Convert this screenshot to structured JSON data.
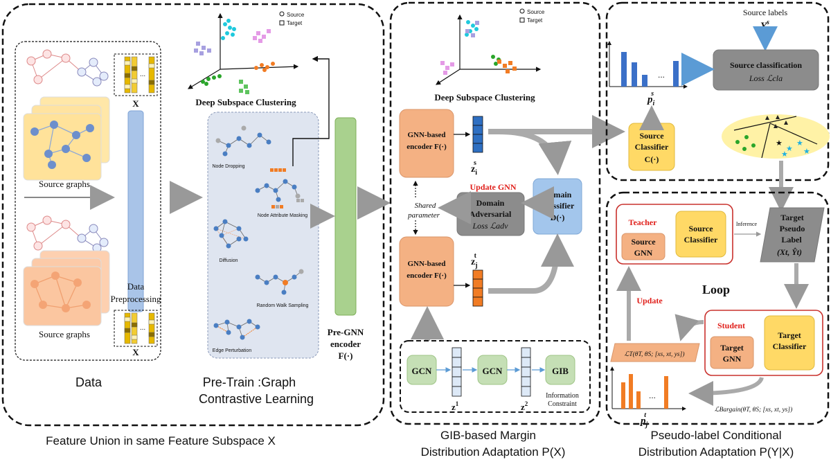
{
  "sections": {
    "feature_union": "Feature Union in same Feature Subspace X",
    "data": "Data",
    "pretrain_1": "Pre-Train :Graph",
    "pretrain_2": "Contrastive Learning",
    "gib_1": "GIB-based Margin",
    "gib_2": "Distribution Adaptation P(X)",
    "pseudo_1": "Pseudo-label Conditional",
    "pseudo_2": "Distribution Adaptation P(Y|X)"
  },
  "data_panel": {
    "source_graphs_top": "Source graphs",
    "source_graphs_bottom": "Source graphs",
    "x_top": "X",
    "x_bottom": "X",
    "dots": "...",
    "preprocess_1": "Data",
    "preprocess_2": "Preprocessing"
  },
  "pretrain": {
    "clustering": "Deep Subspace Clustering",
    "legend_source": "Source",
    "legend_target": "Target",
    "node_dropping": "Node Dropping",
    "attr_masking": "Node Attribute Masking",
    "diffusion": "Diffusion",
    "random_walk": "Random Walk Sampling",
    "edge_perturbation": "Edge Perturbation",
    "encoder_1": "Pre-GNN",
    "encoder_2": "encoder",
    "encoder_3": "F(·)"
  },
  "gib": {
    "clustering": "Deep Subspace Clustering",
    "legend_source": "Source",
    "legend_target": "Target",
    "encoder_top_1": "GNN-based",
    "encoder_top_2": "encoder F(·)",
    "encoder_bottom_1": "GNN-based",
    "encoder_bottom_2": "encoder F(·)",
    "zs": "z",
    "zs_sup": "s",
    "zs_sub": "i",
    "zt": "z",
    "zt_sup": "t",
    "zt_sub": "j",
    "update_gnn": "Update GNN",
    "domain_adv_1": "Domain",
    "domain_adv_2": "Adversarial",
    "domain_adv_3": "Loss ℒadv",
    "domain_cls_1": "Domain",
    "domain_cls_2": "Classifier",
    "domain_cls_3": "D(·)",
    "shared_1": "Shared",
    "shared_2": "parameter",
    "gcn1": "GCN",
    "gcn2": "GCN",
    "gib": "GIB",
    "z1": "z",
    "z1_sup": "1",
    "z2": "z",
    "z2_sup": "2",
    "info_1": "Information",
    "info_2": "Constraint"
  },
  "pseudo": {
    "source_labels": "Source labels",
    "ys": "Y",
    "ys_sup": "s",
    "src_cls_1": "Source classification",
    "src_cls_2": "Loss ℒcla",
    "pis": "p",
    "pis_sup": "s",
    "pis_sub": "i",
    "source_classifier_1": "Source",
    "source_classifier_2": "Classifier",
    "source_classifier_3": "C(·)",
    "teacher": "Teacher",
    "source_gnn_1": "Source",
    "source_gnn_2": "GNN",
    "teacher_cls_1": "Source",
    "teacher_cls_2": "Classifier",
    "inference": "Inference",
    "pseudo_1": "Target",
    "pseudo_2": "Pseudo",
    "pseudo_3": "Label",
    "pseudo_4": "(Xt, Ŷt)",
    "loop": "Loop",
    "update": "Update",
    "student": "Student",
    "target_gnn_1": "Target",
    "target_gnn_2": "GNN",
    "target_cls_1": "Target",
    "target_cls_2": "Classifier",
    "lt": "ℒT(θT, θS; [xs, xt, ys])",
    "lbargain": "ℒBargain(θT, θS; [xs, xt, ys])",
    "pjt": "p",
    "pjt_sup": "t",
    "pjt_sub": "j",
    "dots": "..."
  },
  "colors": {
    "orange": "#f4b183",
    "yellow": "#ffd966",
    "gray": "#8c8c8c",
    "green": "#a9d18e",
    "blue": "#9dc3e6",
    "accent_red": "#e0201b"
  }
}
